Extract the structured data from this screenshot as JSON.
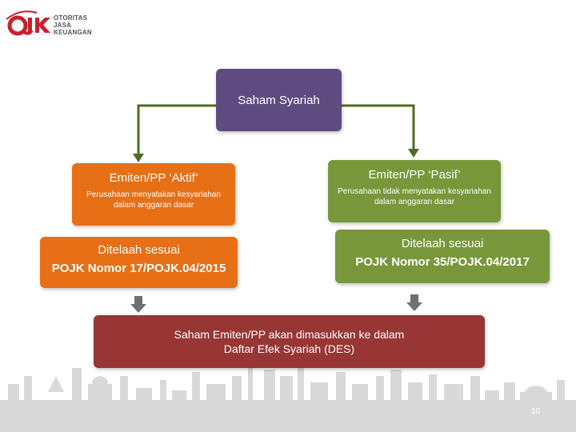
{
  "logo": {
    "mark": "OJK",
    "text_lines": [
      "OTORITAS",
      "JASA",
      "KEUANGAN"
    ]
  },
  "diagram": {
    "root": "Saham Syariah",
    "left_branch": {
      "title": "Emiten/PP ‘Aktif’",
      "description": "Perusahaan menyatakan kesyariahan dalam anggaran dasar",
      "review_line1": "Ditelaah sesuai",
      "review_line2": "POJK Nomor 17/POJK.04/2015"
    },
    "right_branch": {
      "title": "Emiten/PP ‘Pasif’",
      "description": "Perusahaan tidak menyatakan kesyariahan dalam anggaran dasar",
      "review_line1": "Ditelaah sesuai",
      "review_line2": "POJK Nomor 35/POJK.04/2017"
    },
    "result_line1": "Saham Emiten/PP akan dimasukkan ke dalam",
    "result_line2": "Daftar Efek Syariah (DES)"
  },
  "page_number": "10",
  "colors": {
    "purple": "#5e4b7f",
    "orange": "#e76f16",
    "green": "#78973a",
    "maroon": "#983535",
    "connector": "#4e6b22"
  }
}
